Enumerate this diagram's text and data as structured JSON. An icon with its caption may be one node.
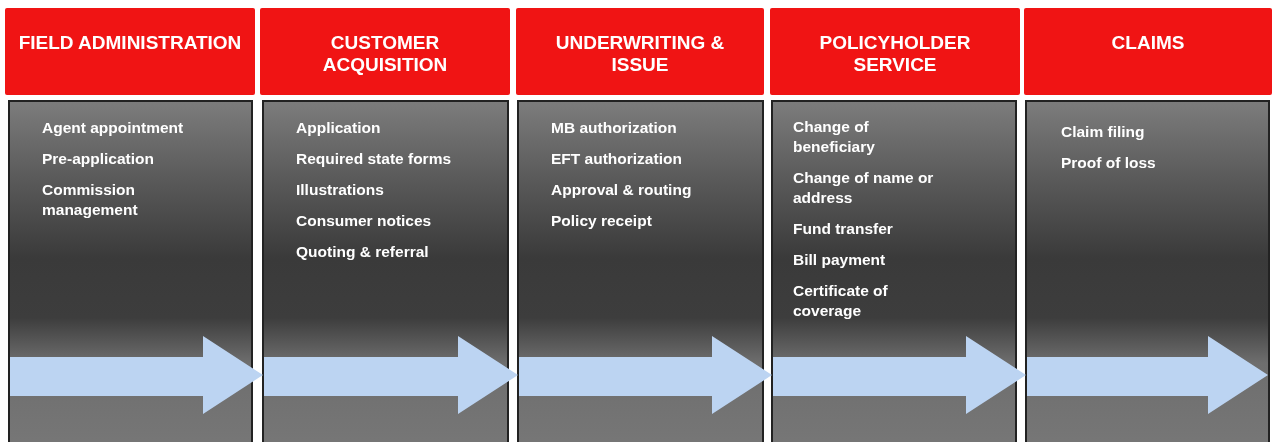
{
  "diagram": {
    "nodes": [
      {
        "text": [
          "FIELD ADMINISTRATION"
        ]
      },
      {
        "text": [
          "CUSTOMER ACQUISITION"
        ]
      },
      {
        "text": [
          "UNDERWRITING & ISSUE"
        ]
      },
      {
        "text": [
          "POLICYHOLDER SERVICE"
        ]
      },
      {
        "text": [
          "CLAIMS"
        ]
      },
      {
        "text": [
          "Agent appointment",
          "Pre-application",
          "Commission management"
        ]
      },
      {
        "text": [
          "Application",
          "Required state forms",
          "Illustrations",
          "Consumer notices",
          "Quoting & referral"
        ]
      },
      {
        "text": [
          "MB authorization",
          "EFT authorization",
          "Approval & routing",
          "Policy receipt"
        ]
      },
      {
        "text": [
          "Change of beneficiary",
          "Change of name or address",
          "Fund transfer",
          "Bill payment",
          "Certificate of coverage"
        ]
      },
      {
        "text": [
          "Claim filing",
          "Proof of loss"
        ]
      }
    ],
    "edges": [
      {
        "from": 5,
        "to": 6,
        "arrow": "to"
      },
      {
        "from": 6,
        "to": 7,
        "arrow": "to"
      },
      {
        "from": 7,
        "to": 8,
        "arrow": "to"
      },
      {
        "from": 8,
        "to": 9,
        "arrow": "to"
      }
    ]
  }
}
